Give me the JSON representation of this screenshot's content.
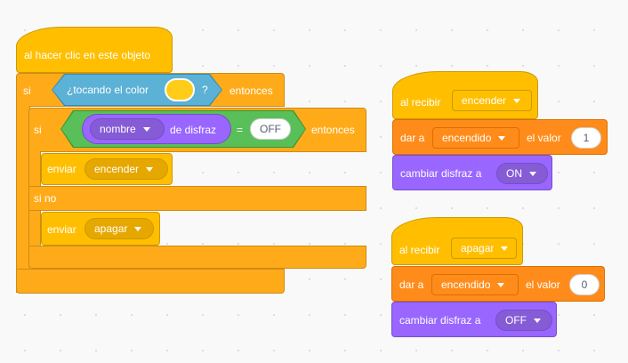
{
  "script1": {
    "hat_label": "al hacer clic en este objeto",
    "if_label": "si",
    "touching_color_label": "¿tocando el color",
    "touching_color_q": "?",
    "touching_color_value": "#ffcc1a",
    "then_label": "entonces",
    "inner_if_label": "si",
    "costume_attr": "nombre",
    "of_costume_label": "de disfraz",
    "equals_label": "=",
    "compare_value": "OFF",
    "inner_then_label": "entonces",
    "send1_label": "enviar",
    "send1_message": "encender",
    "else_label": "si no",
    "send2_label": "enviar",
    "send2_message": "apagar"
  },
  "script2": {
    "hat_label": "al recibir",
    "message": "encender",
    "set_label": "dar a",
    "variable": "encendido",
    "value_label": "el valor",
    "value": "1",
    "switch_label": "cambiar disfraz a",
    "costume": "ON"
  },
  "script3": {
    "hat_label": "al recibir",
    "message": "apagar",
    "set_label": "dar a",
    "variable": "encendido",
    "value_label": "el valor",
    "value": "0",
    "switch_label": "cambiar disfraz a",
    "costume": "OFF"
  }
}
